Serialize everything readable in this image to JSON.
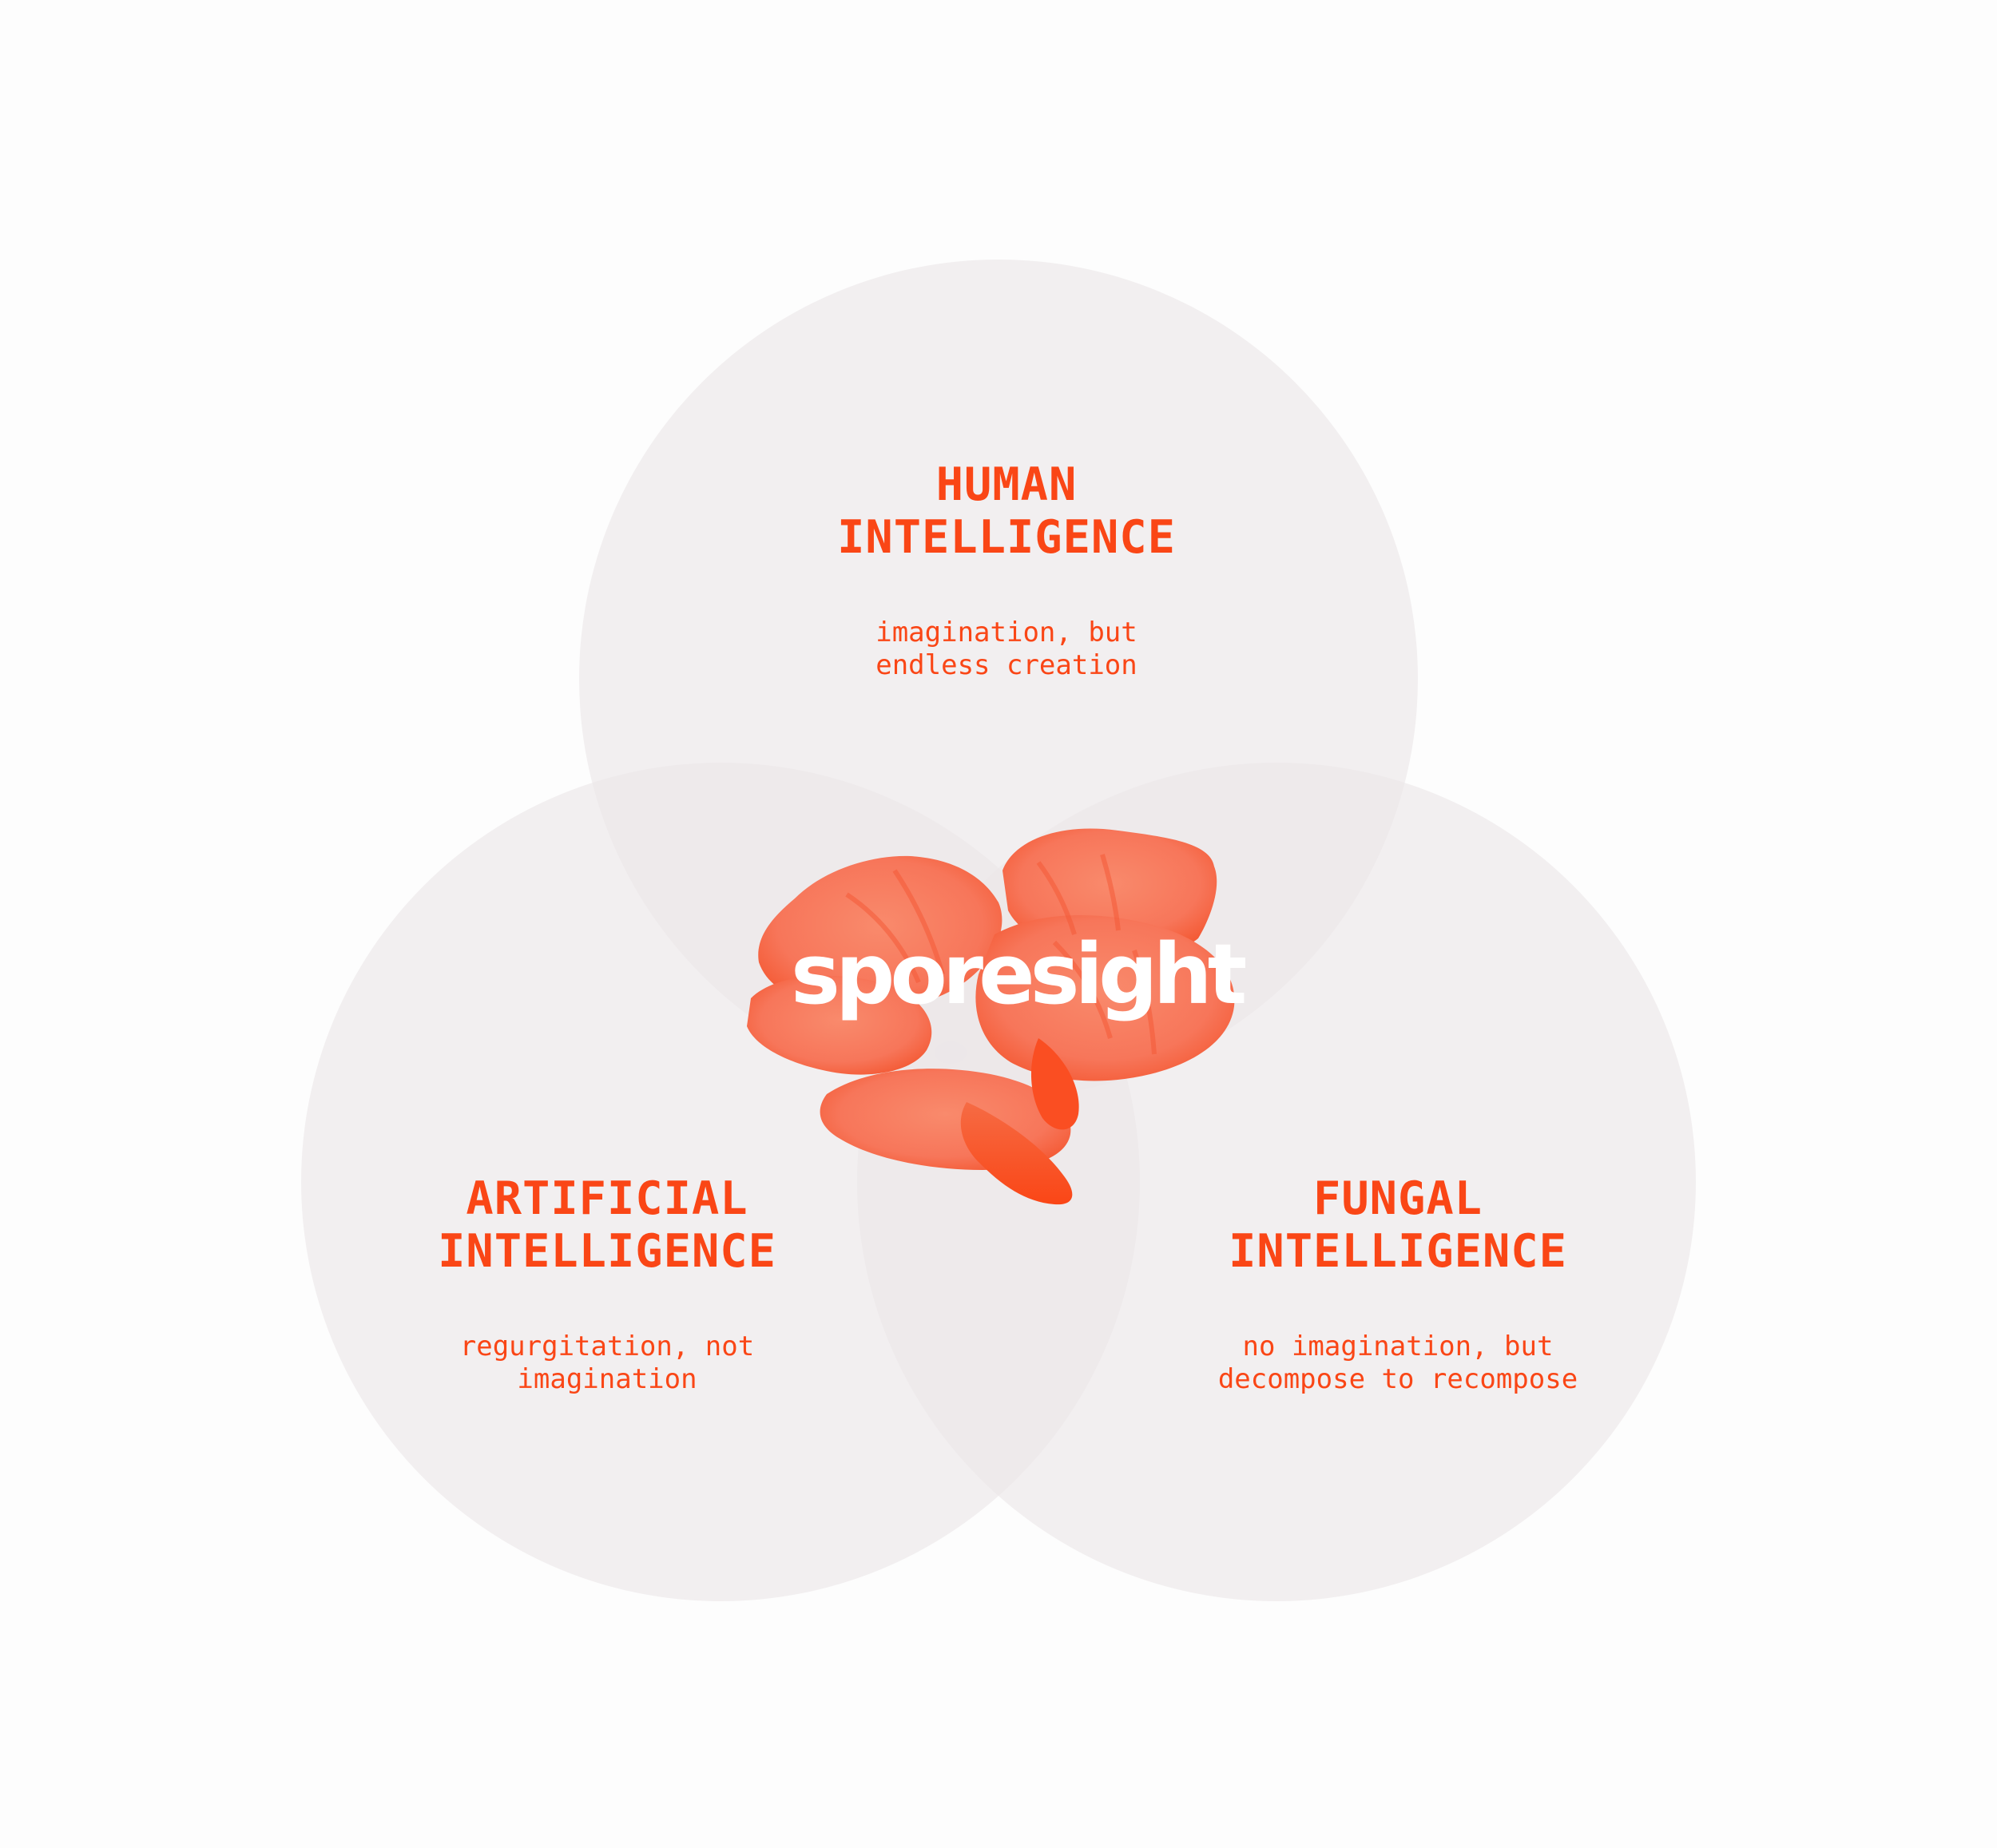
{
  "circles": [
    {
      "id": "human",
      "title_lines": [
        "HUMAN",
        "INTELLIGENCE"
      ],
      "description_lines": [
        "imagination, but",
        "endless creation"
      ]
    },
    {
      "id": "artificial",
      "title_lines": [
        "ARTIFICIAL",
        "INTELLIGENCE"
      ],
      "description_lines": [
        "regurgitation, not",
        "imagination"
      ]
    },
    {
      "id": "fungal",
      "title_lines": [
        "FUNGAL",
        "INTELLIGENCE"
      ],
      "description_lines": [
        "no imagination, but",
        "decompose to recompose"
      ]
    }
  ],
  "center": {
    "brand": "sporesight",
    "image": "mushroom-illustration"
  },
  "colors": {
    "accent": "#fa4616",
    "circle_fill": "#ebe7e9",
    "background": "#fdfdfd",
    "mushroom": "#f7765a",
    "brand_text": "#ffffff"
  }
}
